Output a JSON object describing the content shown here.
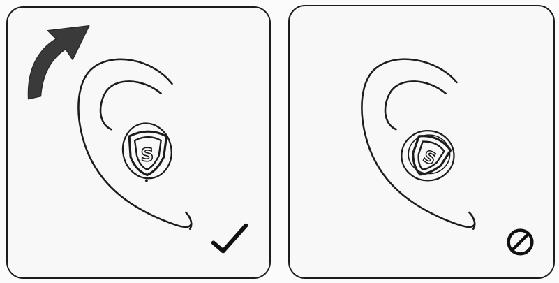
{
  "panels": [
    {
      "id": "correct-fit",
      "result": "correct",
      "status_icon": "checkmark-icon",
      "direction_icon": "curved-arrow-icon",
      "earbud_logo_letter": "S"
    },
    {
      "id": "incorrect-fit",
      "result": "incorrect",
      "status_icon": "prohibited-icon",
      "earbud_logo_letter": "S"
    }
  ],
  "colors": {
    "line": "#1c1c1c",
    "arrow": "#3a3a3a",
    "background": "#f8f8f8"
  }
}
